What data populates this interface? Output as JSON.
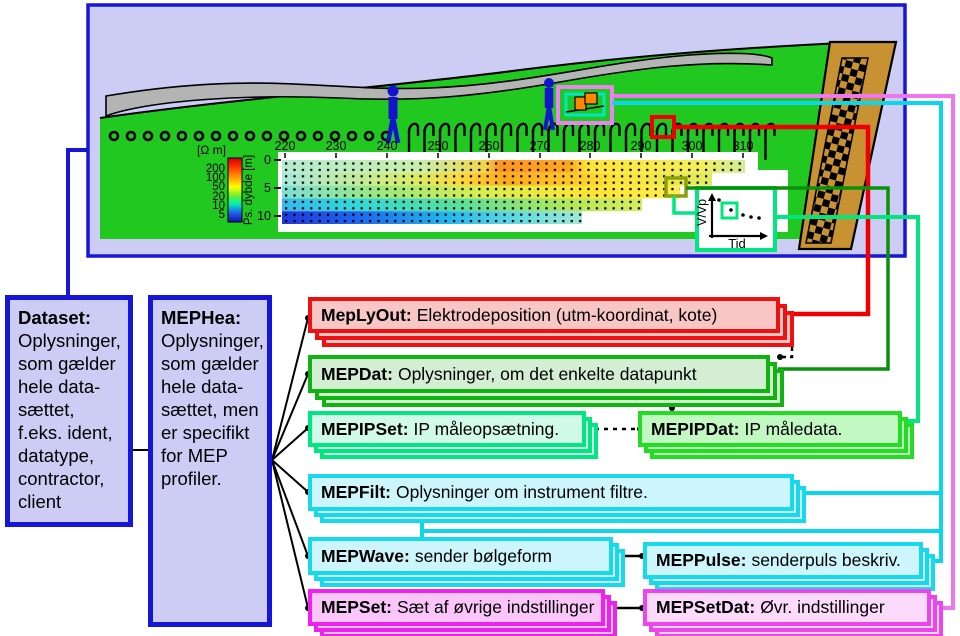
{
  "illustration": {
    "scale": {
      "unit_label": "[Ω m]",
      "ticks": [
        "200",
        "100",
        "50",
        "20",
        "10",
        "5"
      ]
    },
    "section": {
      "x_ticks": [
        "220",
        "230",
        "240",
        "250",
        "260",
        "270",
        "280",
        "290",
        "300",
        "310"
      ],
      "y_ticks": [
        "0",
        "5",
        "10"
      ],
      "y_axis_label": "Ps. dybde [m]"
    },
    "inset": {
      "y_label": "V/Vp",
      "x_label": "Tid"
    }
  },
  "boxes": {
    "dataset": {
      "title": "Dataset:",
      "body": "Oplysninger, som gælder hele data-sættet, f.eks. ident, datatype, contractor, client"
    },
    "mephea": {
      "title": "MEPHea:",
      "body": "Oplysninger, som gælder hele data-sættet, men er specifikt for MEP profiler."
    },
    "meplyout": {
      "title": "MepLyOut:",
      "body": "Elektrodeposition (utm-koordinat, kote)"
    },
    "mepdat": {
      "title": "MEPDat:",
      "body": "Oplysninger, om det enkelte datapunkt"
    },
    "mepipset": {
      "title": "MEPIPSet:",
      "body": "IP måleopsætning."
    },
    "mepipdat": {
      "title": "MEPIPDat:",
      "body": "IP måledata."
    },
    "mepfilt": {
      "title": "MEPFilt:",
      "body": "Oplysninger om instrument filtre."
    },
    "mepwave": {
      "title": "MEPWave:",
      "body": "sender bølgeform"
    },
    "meppulse": {
      "title": "MEPPulse:",
      "body": "senderpuls beskriv."
    },
    "mepset": {
      "title": "MEPSet:",
      "body": "Sæt af øvrige indstillinger"
    },
    "mepsetdat": {
      "title": "MEPSetDat:",
      "body": "Øvr. indstillinger"
    }
  },
  "colors": {
    "panel_blue": "#1616d9",
    "lavender": "#ccccf5",
    "layout_red": "#ee1111",
    "data_green": "#10b410",
    "ip_spring_green": "#00e680",
    "ip_data_green": "#22dd22",
    "filter_cyan": "#18d8ee",
    "settings_magenta": "#ee22ee",
    "ground_green": "#20c820"
  }
}
